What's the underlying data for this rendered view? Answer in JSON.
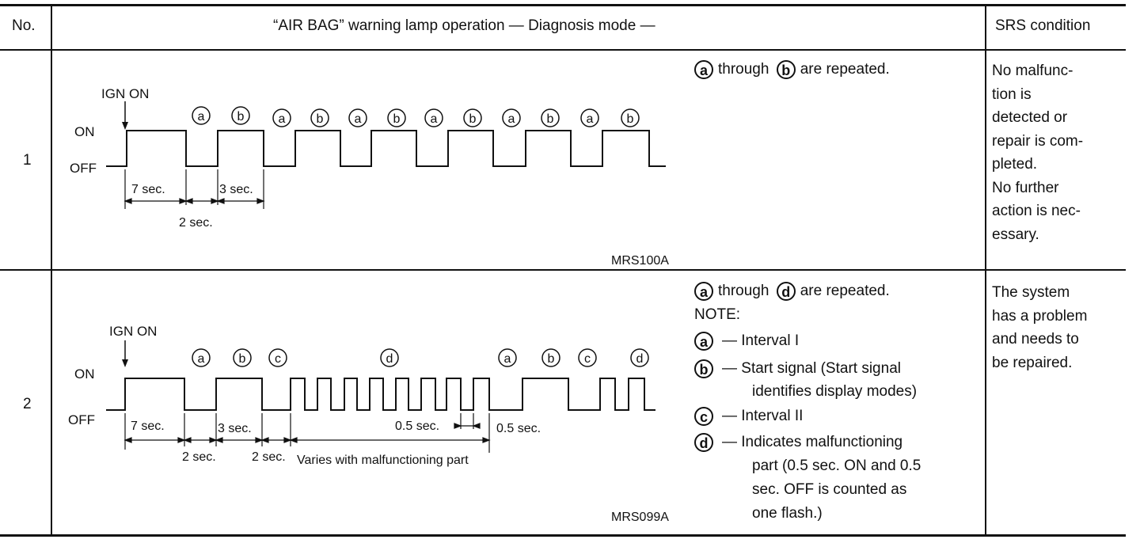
{
  "header": {
    "no_label": "No.",
    "operation_label": "“AIR BAG” warning lamp operation — Diagnosis mode —",
    "condition_label": "SRS condition"
  },
  "row1": {
    "number": "1",
    "diagram_code": "MRS100A",
    "diagram_labels": {
      "ign_on": "IGN ON",
      "on": "ON",
      "off": "OFF",
      "t7": "7 sec.",
      "t3": "3 sec.",
      "t2": "2 sec."
    },
    "repeat_note": {
      "from": "a",
      "through": "through",
      "to": "b",
      "suffix": "are repeated."
    },
    "condition_lines": [
      "No malfunc-",
      "tion is",
      "detected or",
      "repair is com-",
      "pleted.",
      "No further",
      "action is nec-",
      "essary."
    ]
  },
  "row2": {
    "number": "2",
    "diagram_code": "MRS099A",
    "diagram_labels": {
      "ign_on": "IGN ON",
      "on": "ON",
      "off": "OFF",
      "t7": "7 sec.",
      "t3": "3 sec.",
      "t2a": "2 sec.",
      "t2b": "2 sec.",
      "varies": "Varies with malfunctioning part",
      "t05a": "0.5 sec.",
      "t05b": "0.5 sec."
    },
    "repeat_note": {
      "from": "a",
      "through": "through",
      "to": "d",
      "suffix": "are repeated."
    },
    "note_title": "NOTE:",
    "notes": [
      {
        "letter": "a",
        "lines": [
          "— Interval I"
        ]
      },
      {
        "letter": "b",
        "lines": [
          "— Start signal (Start signal",
          "identifies display modes)"
        ]
      },
      {
        "letter": "c",
        "lines": [
          "— Interval II"
        ]
      },
      {
        "letter": "d",
        "lines": [
          "— Indicates malfunctioning",
          "part (0.5 sec. ON and 0.5",
          "sec. OFF is counted as",
          "one flash.)"
        ]
      }
    ],
    "condition_lines": [
      "The system",
      "has a problem",
      "and needs to",
      "be repaired."
    ]
  }
}
